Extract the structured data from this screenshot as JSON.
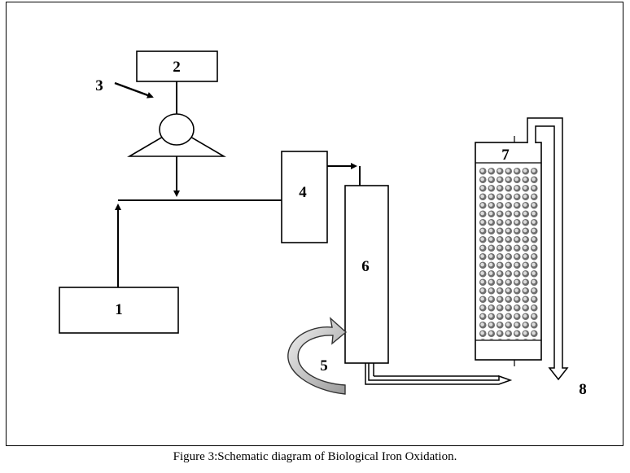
{
  "figure": {
    "caption": "Figure 3:Schematic diagram of Biological Iron Oxidation.",
    "labels": {
      "one": "1",
      "two": "2",
      "three": "3",
      "four": "4",
      "five": "5",
      "six": "6",
      "seven": "7",
      "eight": "8"
    }
  }
}
